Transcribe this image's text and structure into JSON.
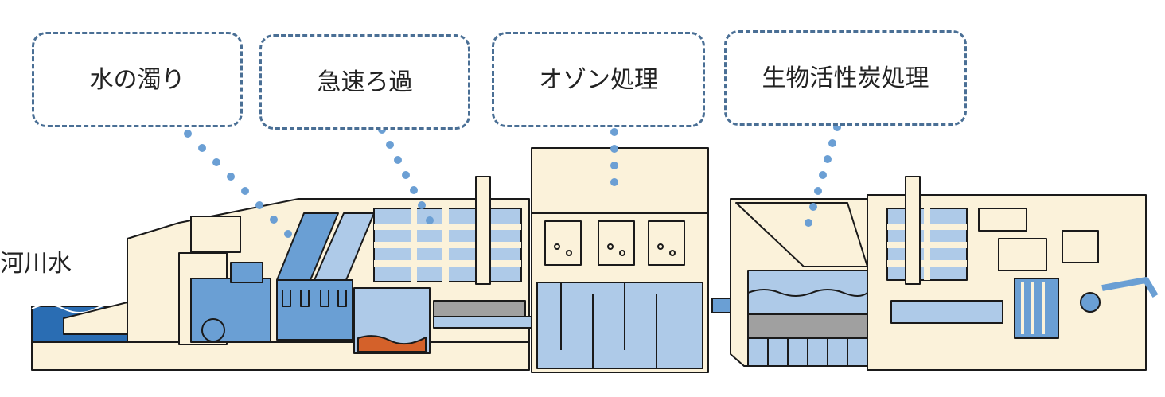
{
  "source_label": "河川水",
  "stages": [
    {
      "label": "水の濁り"
    },
    {
      "label": "急速ろ過"
    },
    {
      "label": "オゾン処理"
    },
    {
      "label": "生物活性炭処理"
    }
  ],
  "colors": {
    "wall": "#fbf2da",
    "water": "#6a9fd4",
    "water_light": "#aecae8",
    "outline": "#1a1a1a",
    "dots": "#6b9fd4",
    "callout_border": "#4a6f95",
    "sludge": "#d4612a",
    "carbon": "#a0a0a0"
  }
}
